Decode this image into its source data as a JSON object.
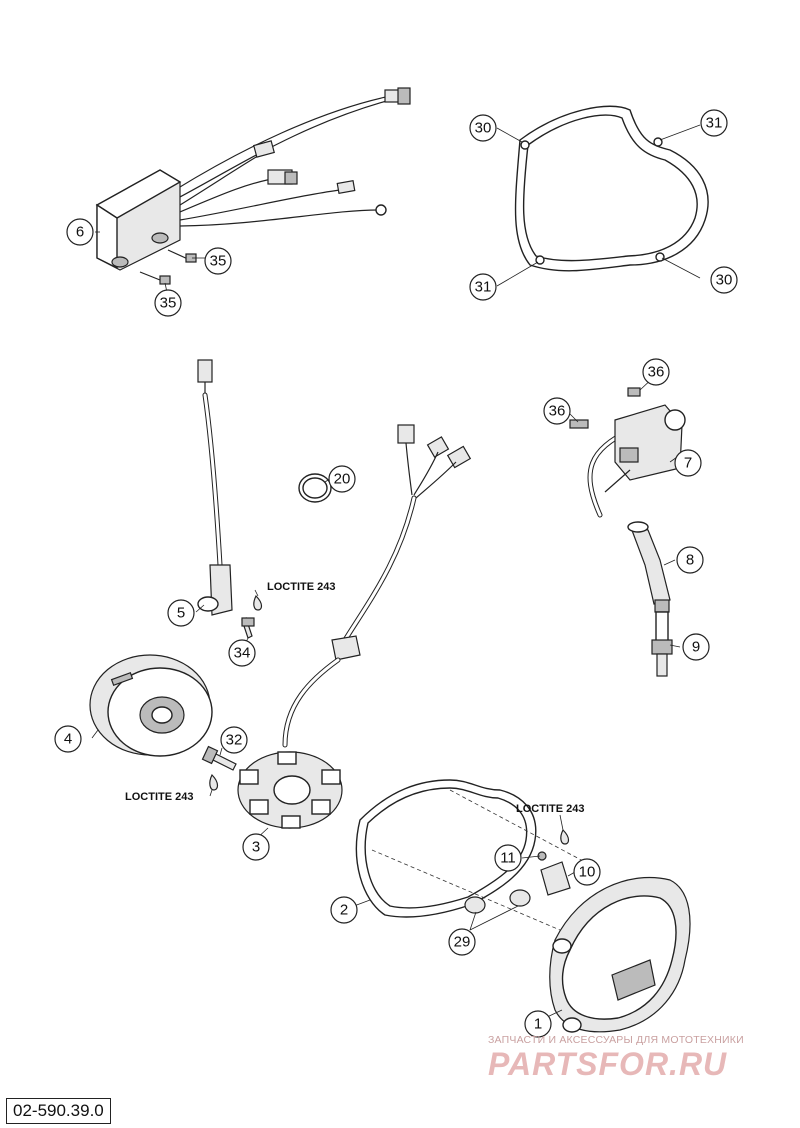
{
  "diagram": {
    "drawing_number": "02-590.39.0",
    "loctite_labels": [
      "LOCTITE 243",
      "LOCTITE 243",
      "LOCTITE 243"
    ],
    "callouts": [
      {
        "id": "c1",
        "label": "1"
      },
      {
        "id": "c2",
        "label": "2"
      },
      {
        "id": "c3",
        "label": "3"
      },
      {
        "id": "c4",
        "label": "4"
      },
      {
        "id": "c5",
        "label": "5"
      },
      {
        "id": "c6",
        "label": "6"
      },
      {
        "id": "c7",
        "label": "7"
      },
      {
        "id": "c8",
        "label": "8"
      },
      {
        "id": "c9",
        "label": "9"
      },
      {
        "id": "c10",
        "label": "10"
      },
      {
        "id": "c11",
        "label": "11"
      },
      {
        "id": "c20",
        "label": "20"
      },
      {
        "id": "c29",
        "label": "29"
      },
      {
        "id": "c30a",
        "label": "30"
      },
      {
        "id": "c30b",
        "label": "30"
      },
      {
        "id": "c31a",
        "label": "31"
      },
      {
        "id": "c31b",
        "label": "31"
      },
      {
        "id": "c32",
        "label": "32"
      },
      {
        "id": "c34",
        "label": "34"
      },
      {
        "id": "c35a",
        "label": "35"
      },
      {
        "id": "c35b",
        "label": "35"
      },
      {
        "id": "c36a",
        "label": "36"
      },
      {
        "id": "c36b",
        "label": "36"
      }
    ]
  },
  "watermark": {
    "caption": "ЗАПЧАСТИ И АКСЕССУАРЫ ДЛЯ МОТОТЕХНИКИ",
    "logo": "PARTSFOR.RU",
    "color": "#e7b8b8"
  }
}
